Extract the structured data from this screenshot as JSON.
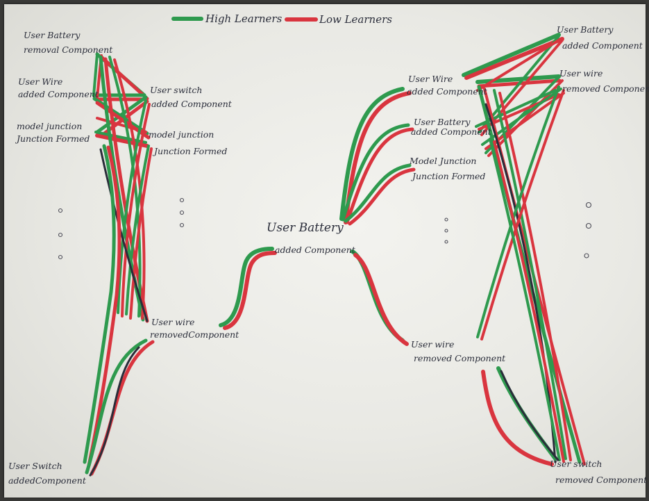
{
  "legend": {
    "high": {
      "label": "High Learners",
      "color": "#2e9a4e"
    },
    "low": {
      "label": "Low Learners",
      "color": "#d9353f"
    }
  },
  "left": {
    "n1": [
      "User Battery",
      "removal Component"
    ],
    "n2": [
      "User Wire",
      "added Component"
    ],
    "n3": [
      "User switch",
      "added Component"
    ],
    "n4": [
      "model junction",
      "Junction Formed"
    ],
    "n5": [
      "model junction",
      "Junction Formed"
    ],
    "n6": [
      "User wire",
      "removedComponent"
    ],
    "n7": [
      "User Switch",
      "addedComponent"
    ]
  },
  "center": {
    "n1": [
      "User Battery",
      "added Component"
    ]
  },
  "right": {
    "n1": [
      "User Wire",
      "added Component"
    ],
    "n2": [
      "User Battery",
      "added Component"
    ],
    "n3": [
      "Model Junction",
      "Junction Formed"
    ],
    "n4": [
      "User Battery",
      "added Component"
    ],
    "n5": [
      "User wire",
      "removed Component"
    ],
    "n6": [
      "User wire",
      "removed Component"
    ],
    "n7": [
      "User switch",
      "removed Component"
    ]
  },
  "colors": {
    "pen_dark": "#2a2d3a",
    "paper": "#efefeb"
  }
}
